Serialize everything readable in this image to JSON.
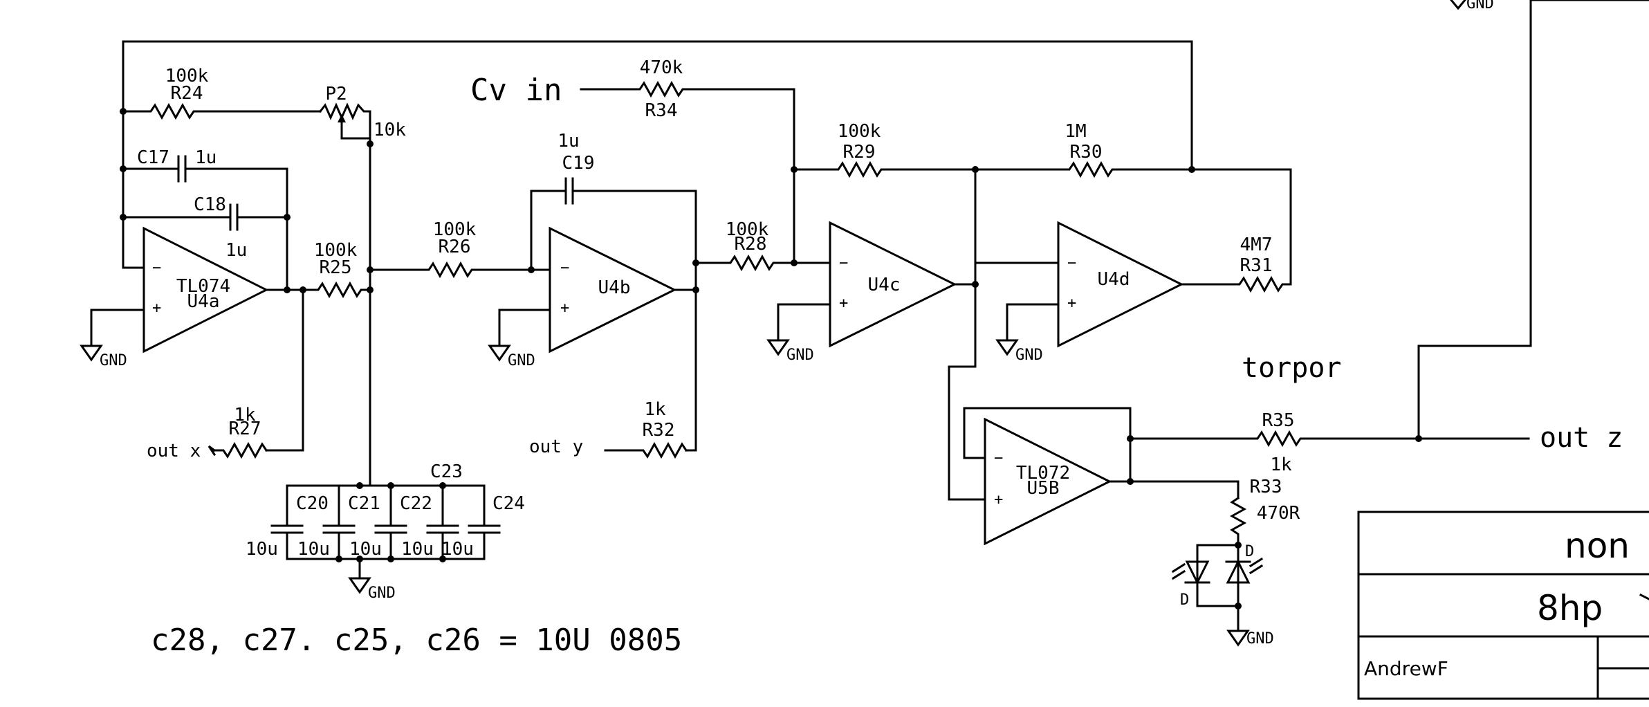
{
  "schematic": {
    "gnd_label": "GND",
    "pin_minus": "−",
    "pin_plus": "+",
    "diode_label": "D",
    "opamps": {
      "u4a": {
        "part": "TL074",
        "ref": "U4a"
      },
      "u4b": {
        "ref": "U4b"
      },
      "u4c": {
        "ref": "U4c"
      },
      "u4d": {
        "ref": "U4d"
      },
      "u5b": {
        "part": "TL072",
        "ref": "U5B"
      }
    },
    "resistors": {
      "r24": {
        "ref": "R24",
        "value": "100k"
      },
      "r25": {
        "ref": "R25",
        "value": "100k"
      },
      "r26": {
        "ref": "R26",
        "value": "100k"
      },
      "r27": {
        "ref": "R27",
        "value": "1k"
      },
      "r28": {
        "ref": "R28",
        "value": "100k"
      },
      "r29": {
        "ref": "R29",
        "value": "100k"
      },
      "r30": {
        "ref": "R30",
        "value": "1M"
      },
      "r31": {
        "ref": "R31",
        "value": "4M7"
      },
      "r32": {
        "ref": "R32",
        "value": "1k"
      },
      "r33": {
        "ref": "R33",
        "value": "470R"
      },
      "r34": {
        "ref": "R34",
        "value": "470k"
      },
      "r35": {
        "ref": "R35",
        "value": "1k"
      }
    },
    "pot": {
      "ref": "P2",
      "value": "10k"
    },
    "capacitors": {
      "c17": {
        "ref": "C17",
        "value": "1u"
      },
      "c18": {
        "ref": "C18",
        "value": "1u"
      },
      "c19": {
        "ref": "C19",
        "value": "1u"
      },
      "c20": {
        "ref": "C20",
        "value": "10u"
      },
      "c21": {
        "ref": "C21",
        "value": "10u"
      },
      "c22": {
        "ref": "C22",
        "value": "10u"
      },
      "c23": {
        "ref": "C23",
        "value": "10u"
      },
      "c24": {
        "ref": "C24",
        "value": "10u"
      }
    },
    "nets": {
      "cv_in": "Cv in",
      "out_x": "out x",
      "out_y": "out y",
      "out_z": "out z",
      "torpor": "torpor"
    },
    "note": "c28, c27. c25, c26 = 10U 0805"
  },
  "title_block": {
    "title_fragment": "non",
    "subtitle_fragment": "8hp",
    "author": "AndrewF"
  }
}
